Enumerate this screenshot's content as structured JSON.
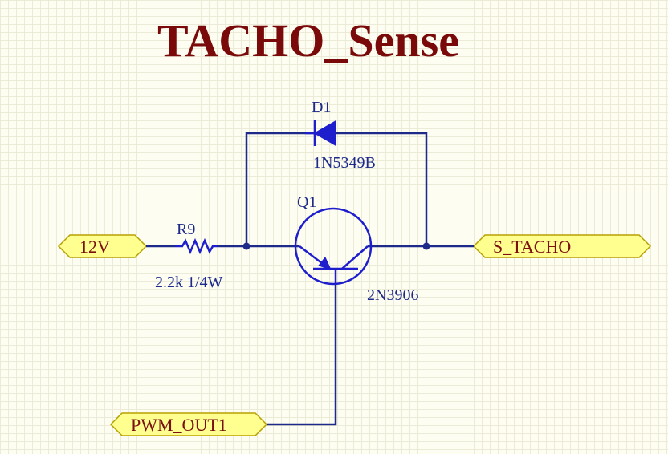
{
  "title": "TACHO_Sense",
  "components": {
    "diode": {
      "ref": "D1",
      "value": "1N5349B"
    },
    "transistor": {
      "ref": "Q1",
      "value": "2N3906"
    },
    "resistor": {
      "ref": "R9",
      "value": "2.2k 1/4W"
    }
  },
  "ports": {
    "input": "12V",
    "output": "S_TACHO",
    "pwm": "PWM_OUT1"
  },
  "colors": {
    "title": "#7a0a0a",
    "wire": "#1e2a8a",
    "component": "#1e1ecc",
    "port_fill": "#ffff90",
    "port_text": "#7a1010"
  }
}
